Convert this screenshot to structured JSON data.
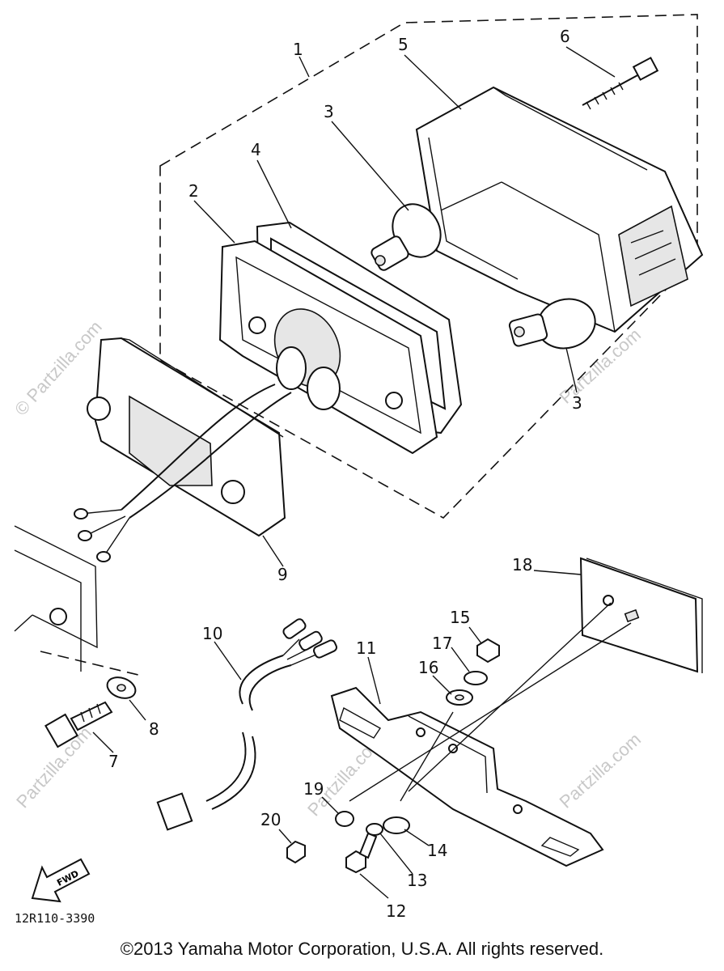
{
  "diagram": {
    "part_labels": {
      "p1": "1",
      "p2": "2",
      "p3a": "3",
      "p3b": "3",
      "p4": "4",
      "p5": "5",
      "p6": "6",
      "p7": "7",
      "p8": "8",
      "p9": "9",
      "p10": "10",
      "p11": "11",
      "p12": "12",
      "p13": "13",
      "p14": "14",
      "p15": "15",
      "p16": "16",
      "p17": "17",
      "p18": "18",
      "p19": "19",
      "p20": "20"
    },
    "fwd_label": "FWD",
    "diagram_code": "12R110-3390"
  },
  "watermark": {
    "text": "Partzilla.com",
    "copyright_text": "© Partzilla.com"
  },
  "footer": {
    "copyright": "©2013 Yamaha Motor Corporation, U.S.A. All rights reserved."
  }
}
